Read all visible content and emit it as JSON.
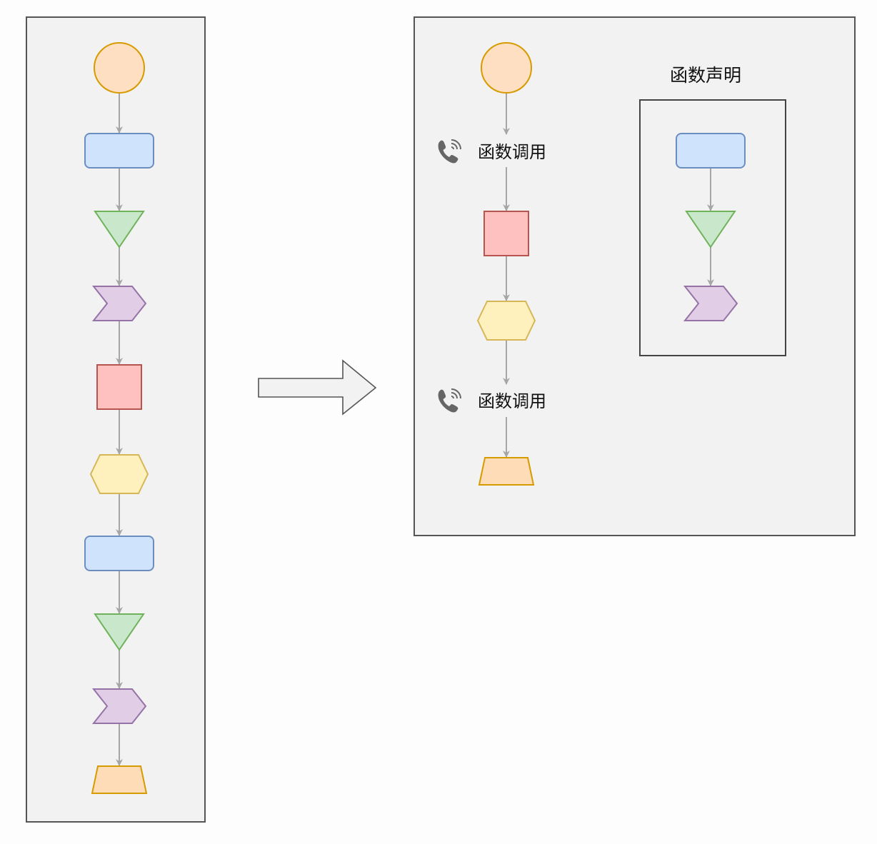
{
  "colors": {
    "circle_fill": "#ffdfc1",
    "circle_stroke": "#d79b00",
    "rect_fill": "#d0e3fd",
    "rect_stroke": "#6c8ebf",
    "tri_fill": "#c9e8cb",
    "tri_stroke": "#6fb25a",
    "chevron_fill": "#e2cde6",
    "chevron_stroke": "#9673a6",
    "square_fill": "#ffc0c0",
    "square_stroke": "#b85450",
    "hex_fill": "#fff1bd",
    "hex_stroke": "#d6b656",
    "trap_fill": "#ffdcb8",
    "trap_stroke": "#d79b00",
    "panel_fill": "#f2f2f2",
    "edge": "#a6a6a6"
  },
  "left_flow": {
    "nodes": [
      "circle",
      "rounded-rect",
      "down-triangle",
      "chevron",
      "square",
      "hexagon",
      "rounded-rect",
      "down-triangle",
      "chevron",
      "trapezoid"
    ]
  },
  "right_flow": {
    "nodes": [
      "circle",
      "function-call",
      "square",
      "hexagon",
      "function-call",
      "trapezoid"
    ],
    "call_label": "函数调用",
    "call_icon": "phone-ringing-icon"
  },
  "declaration": {
    "title": "函数声明",
    "nodes": [
      "rounded-rect",
      "down-triangle",
      "chevron"
    ]
  },
  "transform_arrow": {
    "icon": "right-arrow-icon"
  }
}
